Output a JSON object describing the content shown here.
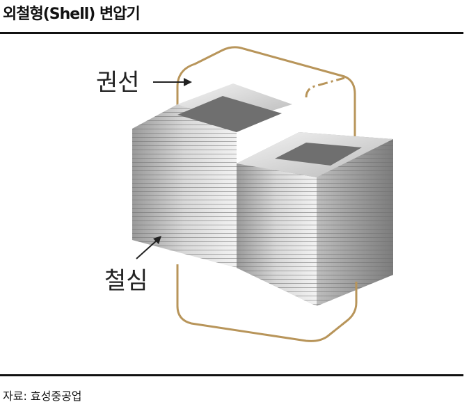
{
  "header": {
    "title": "외철형(Shell) 변압기"
  },
  "figure": {
    "labels": {
      "winding": "권선",
      "core": "철심"
    },
    "colors": {
      "winding": "#b8955a",
      "core_light": "#e6e6e6",
      "core_dark": "#8f8f8f",
      "core_line": "#7a7a7a"
    }
  },
  "footer": {
    "source": "자료: 효성중공업"
  }
}
